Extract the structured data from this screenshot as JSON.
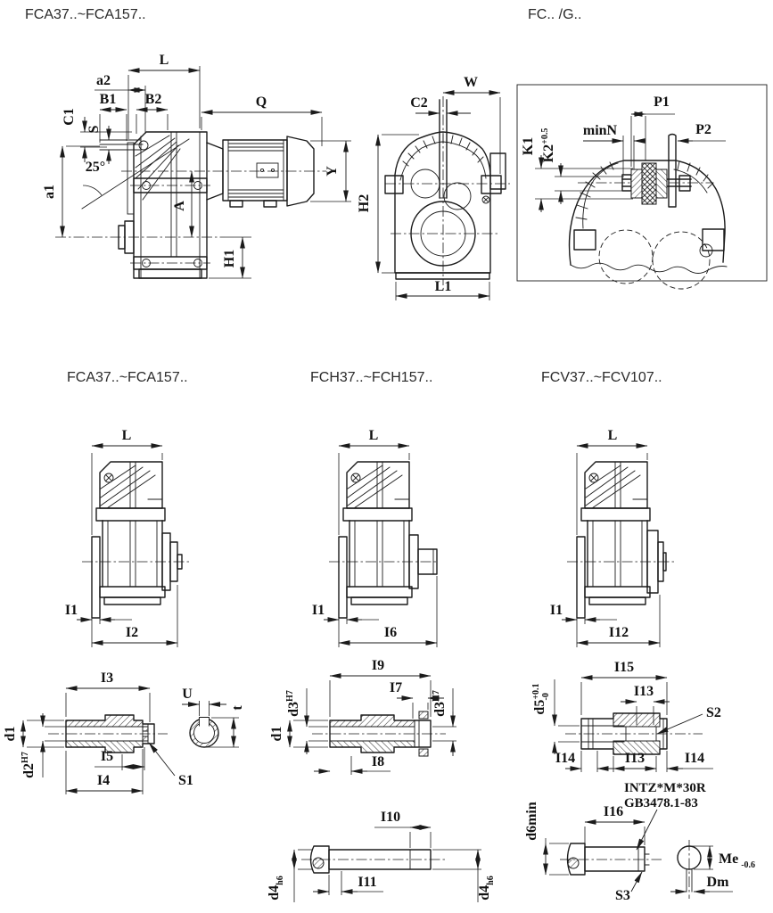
{
  "colors": {
    "ink": "#1b1b1b",
    "background": "#ffffff"
  },
  "titles": {
    "top_left": "FCA37..~FCA157..",
    "top_right": "FC.. /G..",
    "mid_left": "FCA37..~FCA157..",
    "mid_center": "FCH37..~FCH157..",
    "mid_right": "FCV37..~FCV107.."
  },
  "fig_side_view": {
    "L": "L",
    "a2": "a2",
    "B1": "B1",
    "B2": "B2",
    "Q": "Q",
    "C1": "C1",
    "S": "S",
    "angle": "25°",
    "a1": "a1",
    "A": "A",
    "H1": "H1",
    "Y": "Y"
  },
  "fig_front_view": {
    "W": "W",
    "C2": "C2",
    "H2": "H2",
    "L1": "L1"
  },
  "fig_mount_detail": {
    "P1": "P1",
    "P2": "P2",
    "minN": "minN",
    "K1": "K1",
    "K2": "K2",
    "K2_tol": "+0.5"
  },
  "fig_fca": {
    "L": "L",
    "I1": "I1",
    "I2": "I2"
  },
  "fig_fch": {
    "L": "L",
    "I1": "I1",
    "I6": "I6"
  },
  "fig_fcv": {
    "L": "L",
    "I1": "I1",
    "I12": "I12"
  },
  "fig_hollow_shaft_a": {
    "I3": "I3",
    "d1": "d1",
    "d2": "d2",
    "d2_tol": "H7",
    "I5": "I5",
    "I4": "I4",
    "S1": "S1"
  },
  "fig_key_section": {
    "U": "U",
    "t": "t"
  },
  "fig_shaft_b": {
    "I9": "I9",
    "I7": "I7",
    "I8": "I8",
    "d1": "d1",
    "d3": "d3",
    "d3_tol": "H7"
  },
  "fig_shaft_b2": {
    "I10": "I10",
    "I11": "I11",
    "d4": "d4",
    "d4_tol": "h6"
  },
  "fig_hollow_shaft_c": {
    "I15": "I15",
    "I13": "I13",
    "I14": "I14",
    "S2": "S2",
    "d5": "d5",
    "d5_tol_up": "+0.1",
    "d5_tol_dn": "-0"
  },
  "fig_spline_shaft": {
    "spline_spec_line1": "INTZ*M*30R",
    "spline_spec_line2": "GB3478.1-83",
    "I16": "I16",
    "d6min": "d6min",
    "S3": "S3",
    "Me": "Me",
    "Me_tol": "-0.6",
    "Dm": "Dm"
  }
}
